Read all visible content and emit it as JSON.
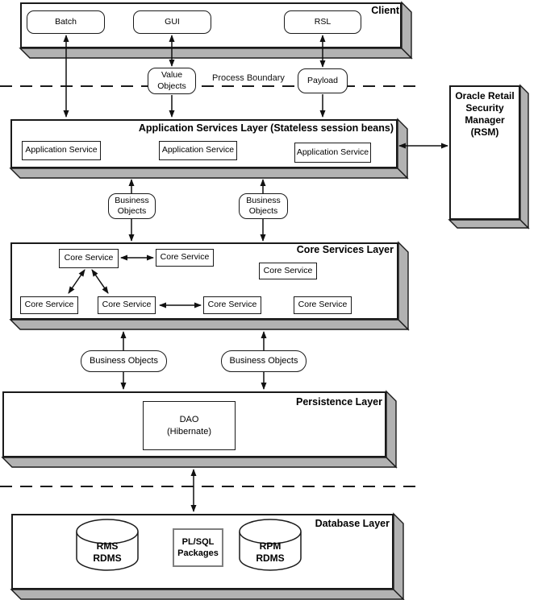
{
  "client": {
    "title": "Client",
    "batch": "Batch",
    "gui": "GUI",
    "rsl": "RSL"
  },
  "boundary": {
    "label": "Process Boundary",
    "value_objects": "Value Objects",
    "payload": "Payload"
  },
  "app": {
    "title": "Application Services Layer (Stateless session beans)",
    "services": [
      "Application Service",
      "Application Service",
      "Application Service"
    ]
  },
  "rsm": {
    "title": "Oracle Retail Security Manager (RSM)"
  },
  "business_objects": {
    "upper": [
      "Business Objects",
      "Business Objects"
    ],
    "lower": [
      "Business Objects",
      "Business Objects"
    ]
  },
  "core": {
    "title": "Core Services Layer",
    "services": [
      "Core Service",
      "Core Service",
      "Core Service",
      "Core Service",
      "Core Service",
      "Core Service",
      "Core Service"
    ]
  },
  "persistence": {
    "title": "Persistence Layer",
    "dao_lines": [
      "DAO",
      "(Hibernate)"
    ]
  },
  "database": {
    "title": "Database Layer",
    "rms_lines": [
      "RMS",
      "RDMS"
    ],
    "plsql_lines": [
      "PL/SQL",
      "Packages"
    ],
    "rpm_lines": [
      "RPM",
      "RDMS"
    ]
  },
  "colors": {
    "depth_gray": "#b2b2b2",
    "border": "#1a1a1a",
    "background": "#ffffff"
  }
}
